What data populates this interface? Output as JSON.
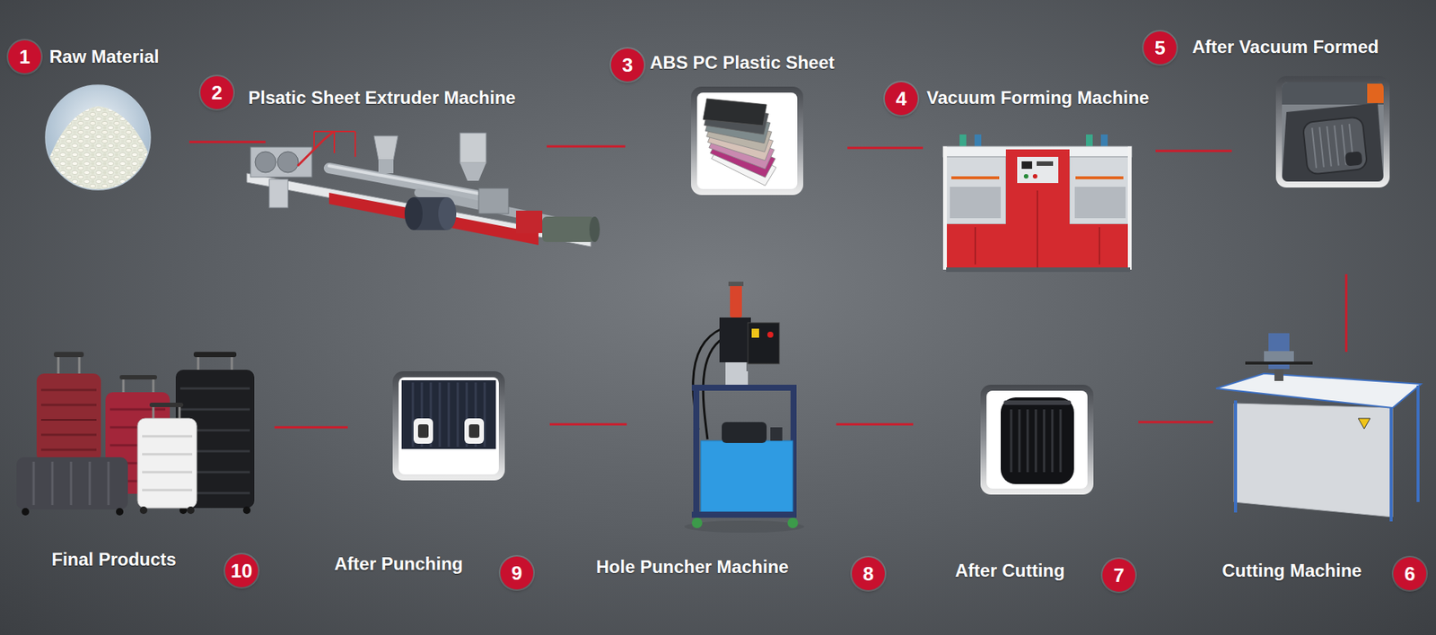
{
  "diagram": {
    "nodes": [
      {
        "text": [
          "1",
          "Raw Material"
        ]
      },
      {
        "text": [
          "2",
          "Plsatic Sheet Extruder Machine"
        ]
      },
      {
        "text": [
          "3",
          "ABS PC Plastic Sheet"
        ]
      },
      {
        "text": [
          "4",
          "Vacuum Forming Machine"
        ]
      },
      {
        "text": [
          "5",
          "After Vacuum Formed"
        ]
      },
      {
        "text": [
          "6",
          "Cutting Machine"
        ]
      },
      {
        "text": [
          "7",
          "After Cutting"
        ]
      },
      {
        "text": [
          "8",
          "Hole Puncher Machine"
        ]
      },
      {
        "text": [
          "9",
          "After Punching"
        ]
      },
      {
        "text": [
          "10",
          "Final Products"
        ]
      }
    ],
    "edges": [
      {
        "from": 0,
        "to": 1,
        "arrow": "none"
      },
      {
        "from": 1,
        "to": 2,
        "arrow": "none"
      },
      {
        "from": 2,
        "to": 3,
        "arrow": "none"
      },
      {
        "from": 3,
        "to": 4,
        "arrow": "none"
      },
      {
        "from": 4,
        "to": 5,
        "arrow": "none"
      },
      {
        "from": 5,
        "to": 6,
        "arrow": "none"
      },
      {
        "from": 6,
        "to": 7,
        "arrow": "none"
      },
      {
        "from": 7,
        "to": 8,
        "arrow": "none"
      },
      {
        "from": 8,
        "to": 9,
        "arrow": "none"
      }
    ]
  }
}
